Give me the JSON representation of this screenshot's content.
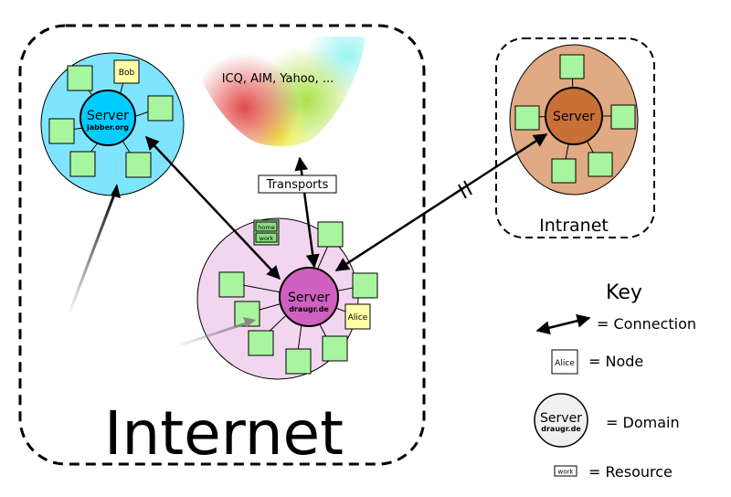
{
  "regions": {
    "internet": "Internet",
    "intranet": "Intranet"
  },
  "servers": {
    "jabber": {
      "label": "Server",
      "domain": "jabber.org",
      "color": "#00ccff",
      "bg": "#7fe5ff"
    },
    "draugr": {
      "label": "Server",
      "domain": "draugr.de",
      "color": "#d060c0",
      "bg": "#f2d5ee"
    },
    "intranet": {
      "label": "Server",
      "domain": "",
      "color": "#c87038",
      "bg": "#e0aa84"
    }
  },
  "nodes": {
    "bob": "Bob",
    "alice": "Alice"
  },
  "resources": {
    "home": "home",
    "work": "work"
  },
  "legacy": {
    "label": "ICQ, AIM, Yahoo, ..."
  },
  "transports": {
    "label": "Transports"
  },
  "key": {
    "title": "Key",
    "connection": "= Connection",
    "node_sample": "Alice",
    "node": "= Node",
    "domain_server": "Server",
    "domain_name": "draugr.de",
    "domain": "= Domain",
    "resource_sample": "work",
    "resource": "= Resource"
  },
  "colors": {
    "client_box": "#a8f5a0",
    "node_box": "#ffffa8",
    "resource_box": "#8fdc86"
  }
}
